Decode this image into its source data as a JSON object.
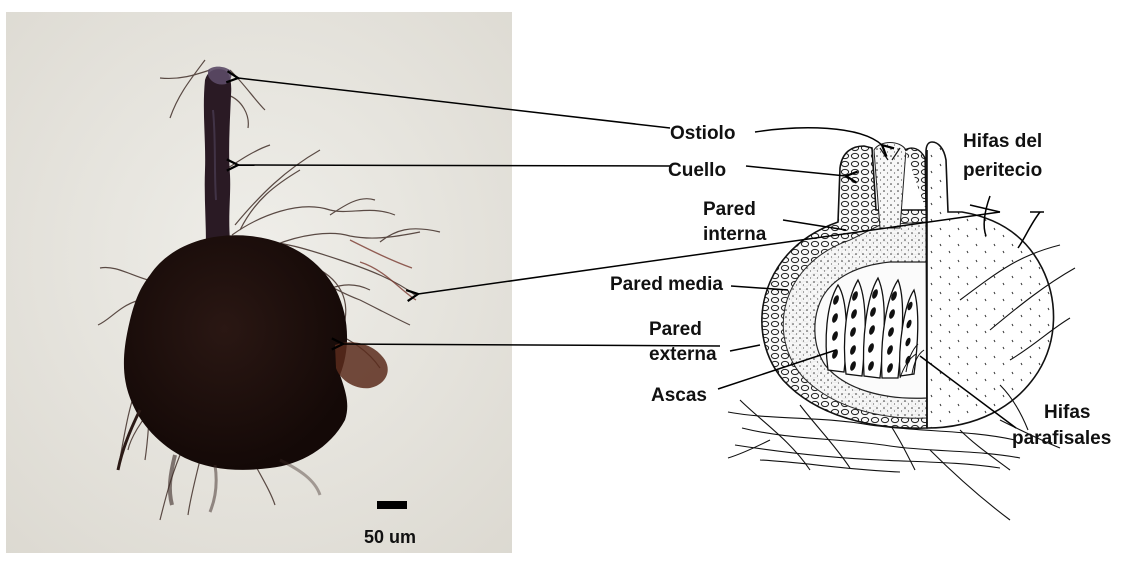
{
  "labels": {
    "ostiolo": "Ostiolo",
    "cuello": "Cuello",
    "pared_interna_1": "Pared",
    "pared_interna_2": "interna",
    "pared_media": "Pared media",
    "pared_externa_1": "Pared",
    "pared_externa_2": "externa",
    "ascas": "Ascas",
    "hifas_peritecio_1": "Hifas del",
    "hifas_peritecio_2": "peritecio",
    "hifas_parafisales_1": "Hifas",
    "hifas_parafisales_2": "parafisales"
  },
  "scale_bar": {
    "label": "50 um"
  },
  "colors": {
    "photo_background": "#e9e7e1",
    "fungus_body": "#1c0f0c",
    "line": "#000000"
  }
}
